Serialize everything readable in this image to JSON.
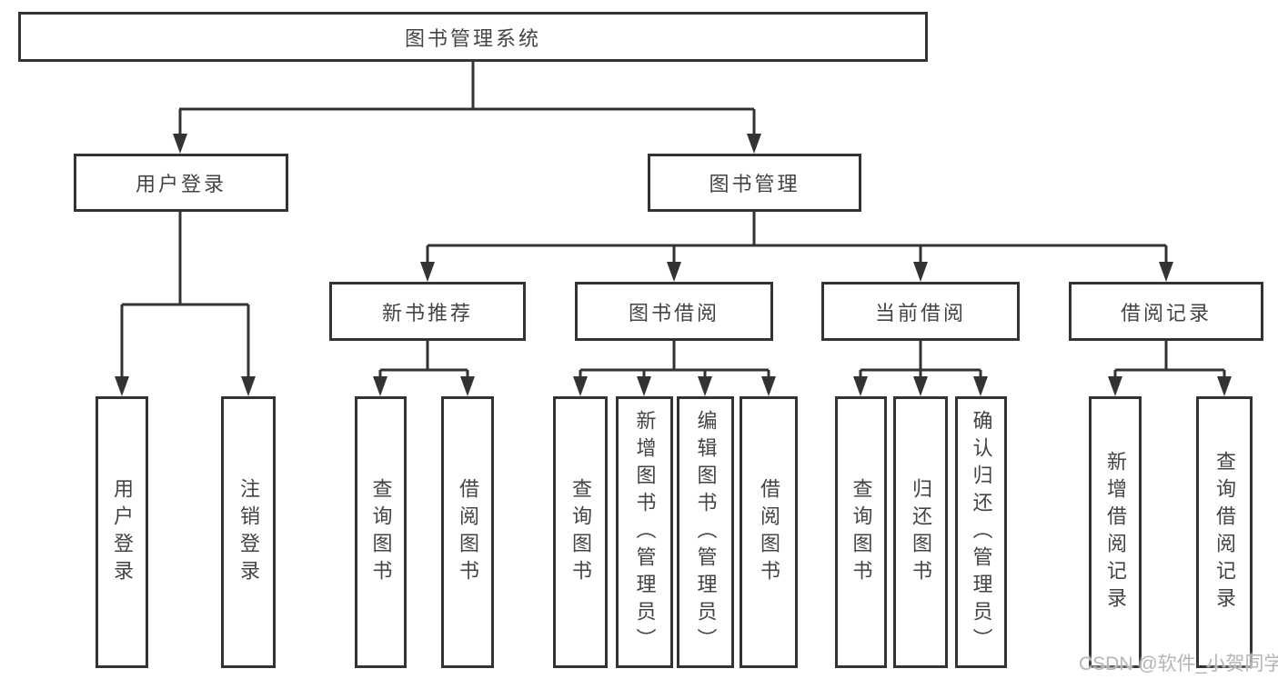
{
  "diagram": {
    "type": "tree",
    "title": "图书管理系统",
    "colors": {
      "line": "#333333",
      "text": "#444444",
      "background": "#ffffff",
      "watermark": "#b5b5b5"
    },
    "tree": {
      "label": "图书管理系统",
      "children": [
        {
          "label": "用户登录",
          "children": [
            {
              "label": "用户登录"
            },
            {
              "label": "注销登录"
            }
          ]
        },
        {
          "label": "图书管理",
          "children": [
            {
              "label": "新书推荐",
              "children": [
                {
                  "label": "查询图书"
                },
                {
                  "label": "借阅图书"
                }
              ]
            },
            {
              "label": "图书借阅",
              "children": [
                {
                  "label": "查询图书"
                },
                {
                  "label": "新增图书（管理员）"
                },
                {
                  "label": "编辑图书（管理员）"
                },
                {
                  "label": "借阅图书"
                }
              ]
            },
            {
              "label": "当前借阅",
              "children": [
                {
                  "label": "查询图书"
                },
                {
                  "label": "归还图书"
                },
                {
                  "label": "确认归还（管理员）"
                }
              ]
            },
            {
              "label": "借阅记录",
              "children": [
                {
                  "label": "新增借阅记录"
                },
                {
                  "label": "查询借阅记录"
                }
              ]
            }
          ]
        }
      ]
    }
  },
  "watermark": {
    "text": "CSDN @软件_小贺同学"
  }
}
